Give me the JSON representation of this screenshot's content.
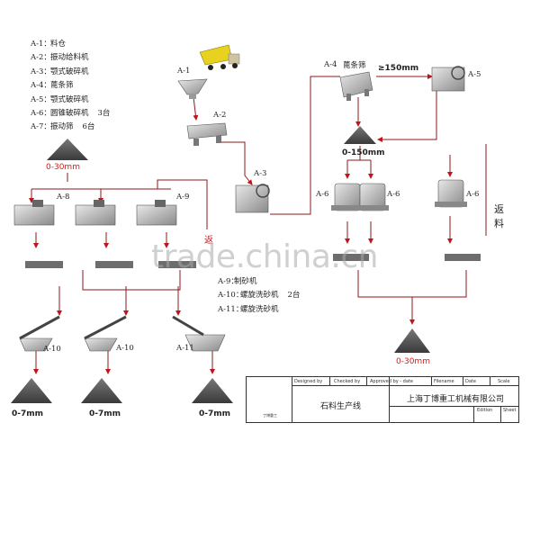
{
  "legend": [
    {
      "code": "A-1：",
      "name": "料仓",
      "qty": ""
    },
    {
      "code": "A-2：",
      "name": "振动给料机",
      "qty": ""
    },
    {
      "code": "A-3：",
      "name": "颚式破碎机",
      "qty": ""
    },
    {
      "code": "A-4：",
      "name": "蓖条筛",
      "qty": ""
    },
    {
      "code": "A-5：",
      "name": "颚式破碎机",
      "qty": ""
    },
    {
      "code": "A-6：",
      "name": "圆锥破碎机",
      "qty": "3台"
    },
    {
      "code": "A-7：",
      "name": "振动筛",
      "qty": "6台"
    }
  ],
  "legend2": [
    {
      "code": "A-9：",
      "name": "制砂机",
      "qty": ""
    },
    {
      "code": "A-10：",
      "name": "螺旋洗砂机",
      "qty": "2台"
    },
    {
      "code": "A-11：",
      "name": "螺旋洗砂机",
      "qty": ""
    }
  ],
  "labels": {
    "a1": "A-1",
    "a2": "A-2",
    "a3": "A-3",
    "a4": "A-4",
    "a4_name": "蓖条筛",
    "a5": "A-5",
    "a6_left": "A-6",
    "a6_mid": "A-6",
    "a6_right": "A-6",
    "a8": "A-8",
    "a9": "A-9",
    "a10_left": "A-10",
    "a10_mid": "A-10",
    "a11": "A-11",
    "size_left": "0-30mm",
    "size_150": "0-150mm",
    "size_gt150": "≥150mm",
    "size_bottom": "0-30mm",
    "fine_1": "0-7mm",
    "fine_2": "0-7mm",
    "fine_3": "0-7mm",
    "return_right": "返料",
    "return_mid": "返"
  },
  "watermark": "trade.china.cn",
  "title_block": {
    "designed_by": "Designed by",
    "checked_by": "Checked by",
    "approved_by": "Approved by - date",
    "filename": "Filename",
    "date": "Date",
    "scale": "Scale",
    "drawing_title": "石料生产线",
    "company": "上海丁博重工机械有限公司",
    "edition": "Edition",
    "sheet": "Sheet",
    "logo_text": "丁博重工"
  }
}
